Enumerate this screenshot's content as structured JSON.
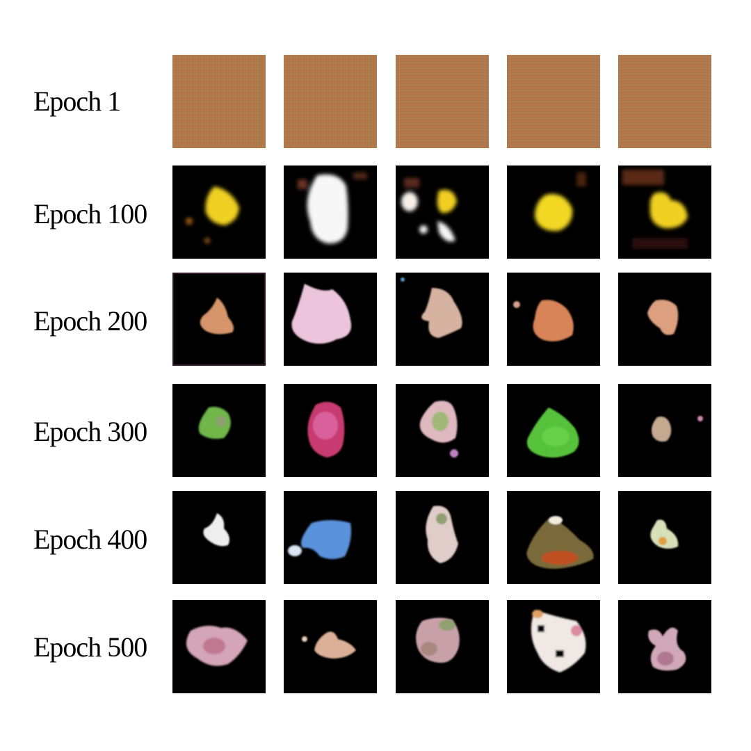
{
  "rows": [
    {
      "label": "Epoch 1"
    },
    {
      "label": "Epoch 100"
    },
    {
      "label": "Epoch 200"
    },
    {
      "label": "Epoch 300"
    },
    {
      "label": "Epoch 400"
    },
    {
      "label": "Epoch 500"
    }
  ],
  "palette": {
    "epoch1_fill": "#b87a4a",
    "background": "#000000",
    "yellow": "#f2d22a",
    "white": "#f4f4f4",
    "peach": "#d99a78",
    "pink": "#e8c0d8",
    "green": "#6fbf4a",
    "magenta": "#c8306a",
    "blue": "#5a8fd8",
    "olive": "#8a7a4a"
  }
}
